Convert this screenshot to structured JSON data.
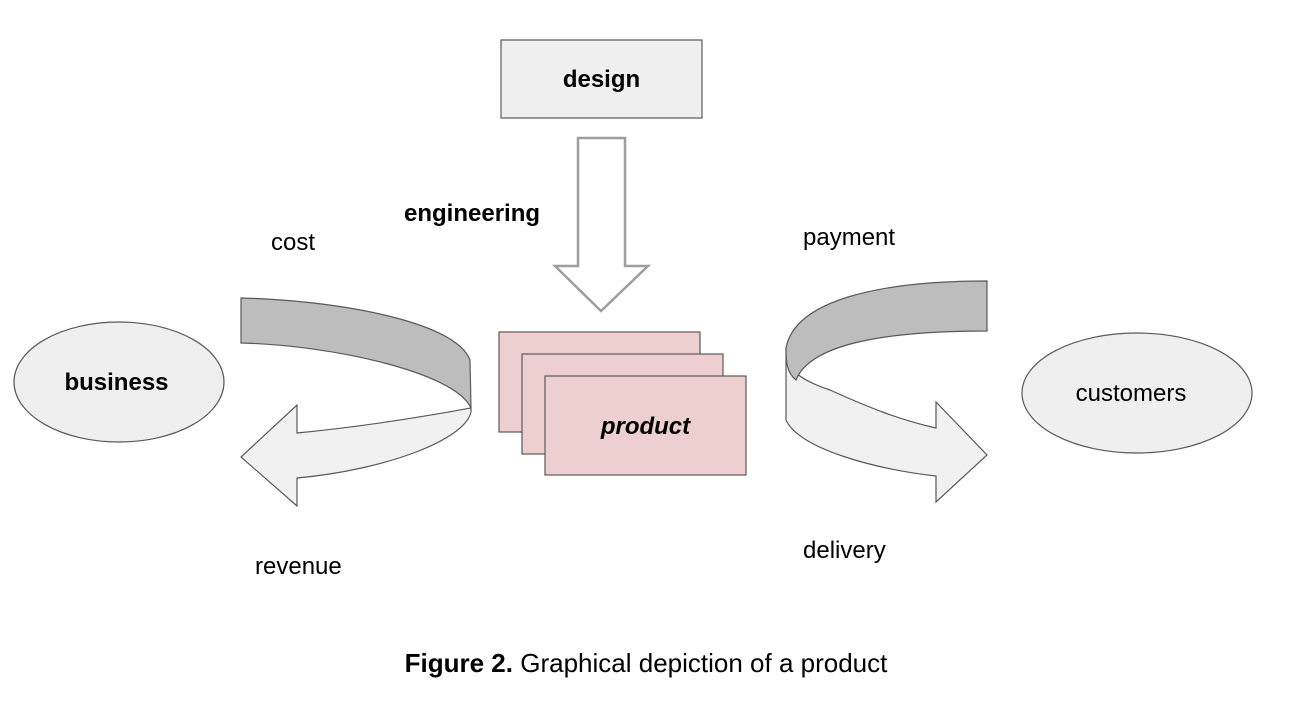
{
  "nodes": {
    "design": "design",
    "business": "business",
    "customers": "customers",
    "product": "product"
  },
  "edges": {
    "engineering": "engineering",
    "cost": "cost",
    "revenue": "revenue",
    "payment": "payment",
    "delivery": "delivery"
  },
  "caption": {
    "label": "Figure 2.",
    "text": "Graphical depiction of a product"
  },
  "colors": {
    "box_fill": "#efefef",
    "product_fill": "#eecfcf",
    "arrow_dark": "#bdbdbd",
    "arrow_light": "#f1f1f1",
    "stroke": "#595959",
    "down_arrow_stroke": "#9e9e9e"
  }
}
